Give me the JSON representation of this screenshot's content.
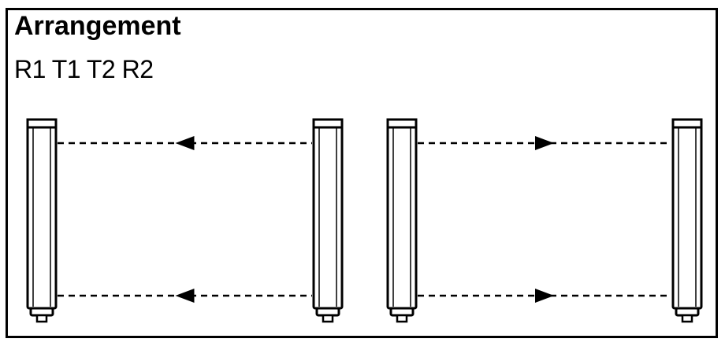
{
  "header": {
    "title": "Arrangement",
    "subtitle": "R1 T1 T2 R2"
  },
  "diagram": {
    "units": [
      {
        "id": "R1",
        "icon": "light-curtain-unit"
      },
      {
        "id": "T1",
        "icon": "light-curtain-unit"
      },
      {
        "id": "T2",
        "icon": "light-curtain-unit"
      },
      {
        "id": "R2",
        "icon": "light-curtain-unit"
      }
    ],
    "beams": [
      {
        "from": "T1",
        "to": "R1",
        "direction": "left",
        "position": "top"
      },
      {
        "from": "T1",
        "to": "R1",
        "direction": "left",
        "position": "bottom"
      },
      {
        "from": "T2",
        "to": "R2",
        "direction": "right",
        "position": "top"
      },
      {
        "from": "T2",
        "to": "R2",
        "direction": "right",
        "position": "bottom"
      }
    ],
    "colors": {
      "line": "#000000",
      "background": "#ffffff"
    }
  }
}
